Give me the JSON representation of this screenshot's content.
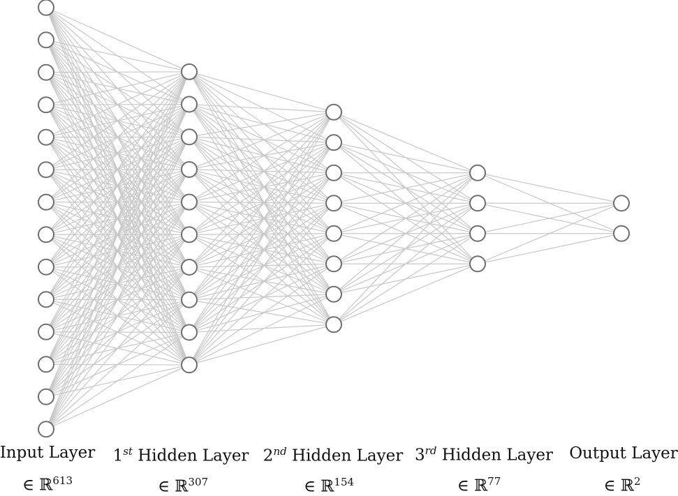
{
  "colors": {
    "edge": "#c8c8c8",
    "node_stroke": "#6e6e6e",
    "node_fill": "#ffffff",
    "text": "#111111"
  },
  "layers": [
    {
      "id": "input",
      "nodes": 14,
      "ordinal": "",
      "ordinal_suffix": "",
      "title": "Input Layer",
      "dim_prefix": "∈ ℝ",
      "dim": "613"
    },
    {
      "id": "hidden1",
      "nodes": 10,
      "ordinal": "1",
      "ordinal_suffix": "st",
      "title": "Hidden Layer",
      "dim_prefix": "∈ ℝ",
      "dim": "307"
    },
    {
      "id": "hidden2",
      "nodes": 8,
      "ordinal": "2",
      "ordinal_suffix": "nd",
      "title": "Hidden Layer",
      "dim_prefix": "∈ ℝ",
      "dim": "154"
    },
    {
      "id": "hidden3",
      "nodes": 4,
      "ordinal": "3",
      "ordinal_suffix": "rd",
      "title": "Hidden Layer",
      "dim_prefix": "∈ ℝ",
      "dim": "77"
    },
    {
      "id": "output",
      "nodes": 2,
      "ordinal": "",
      "ordinal_suffix": "",
      "title": "Output Layer",
      "dim_prefix": "∈ ℝ",
      "dim": "2"
    }
  ]
}
